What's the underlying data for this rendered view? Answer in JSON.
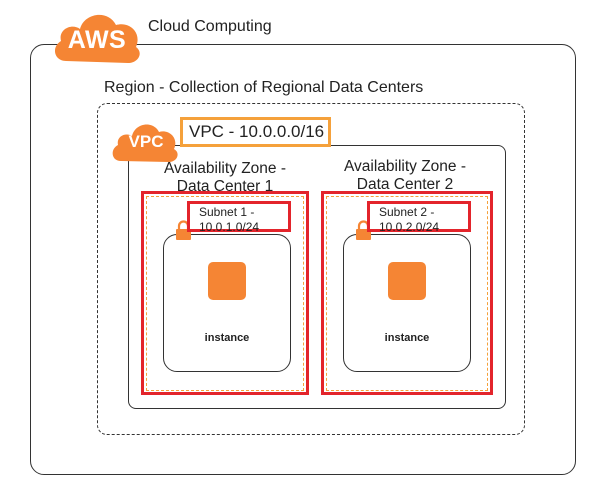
{
  "cloud": {
    "title": "Cloud Computing",
    "logo_text": "AWS"
  },
  "region": {
    "title": "Region - Collection of Regional Data Centers"
  },
  "vpc": {
    "logo_text": "VPC",
    "cidr": "VPC - 10.0.0.0/16"
  },
  "zones": [
    {
      "title": "Availability Zone -\nData Center 1",
      "subnet": "Subnet 1 -\n10.0.1.0/24",
      "instance": "instance"
    },
    {
      "title": "Availability Zone -\nData Center 2",
      "subnet": "Subnet 2 -\n10.0.2.0/24",
      "instance": "instance"
    }
  ],
  "colors": {
    "aws_orange": "#f58534",
    "highlight_red": "#e3242b",
    "subnet_orange": "#f5a13b"
  }
}
